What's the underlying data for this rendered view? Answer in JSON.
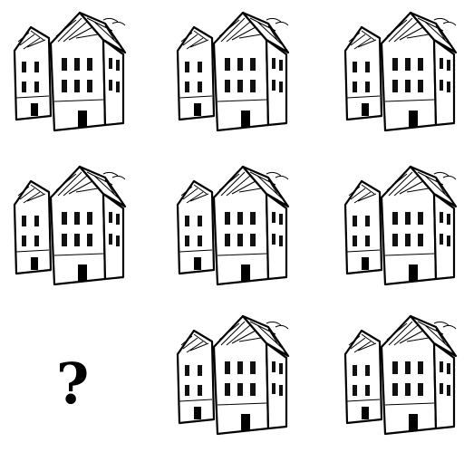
{
  "puzzle": {
    "rows": [
      [
        {
          "kind": "building"
        },
        {
          "kind": "building"
        },
        {
          "kind": "building"
        }
      ],
      [
        {
          "kind": "building"
        },
        {
          "kind": "building"
        },
        {
          "kind": "building"
        }
      ],
      [
        {
          "kind": "missing",
          "symbol": "?"
        },
        {
          "kind": "building"
        },
        {
          "kind": "building"
        }
      ]
    ]
  },
  "icons": {
    "cell_icon": "townhouse-pair-icon"
  }
}
